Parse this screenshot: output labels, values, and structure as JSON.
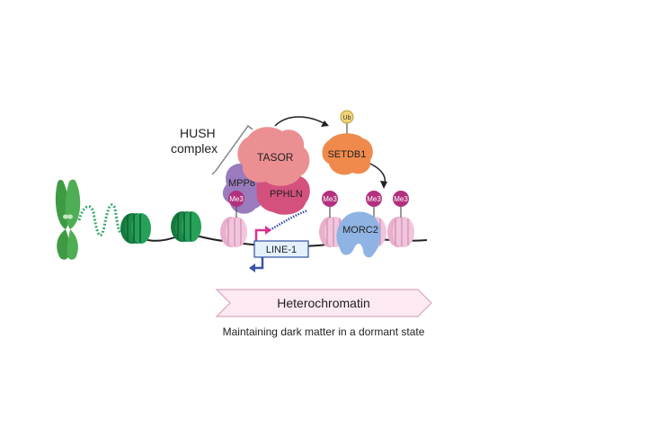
{
  "diagram": {
    "hush_label_line1": "HUSH",
    "hush_label_line2": "complex",
    "proteins": {
      "tasor": "TASOR",
      "mpp8": "MPP8",
      "pphln": "PPHLN",
      "setdb1": "SETDB1",
      "morc2": "MORC2"
    },
    "ubiquitin": "Ub",
    "mark": "Me3",
    "element": "LINE-1",
    "banner": "Heterochromatin",
    "caption": "Maintaining dark matter in a dormant state"
  },
  "colors": {
    "chromosome": "#3e9b44",
    "nucleosome_green": "#1e8a4c",
    "nucleosome_pink": "#f1c5dc",
    "tasor": "#ec8f93",
    "mpp8": "#9a7bbe",
    "pphln": "#d4507d",
    "setdb1": "#f08a4c",
    "ubiquitin": "#f2d47a",
    "me3": "#b2307e",
    "morc2": "#8fb3e3",
    "line1_box": "#e4f1fb",
    "banner_fill": "#fde9f2",
    "promoter_arrow": "#d7358c",
    "antisense_arrow": "#3a54a6"
  }
}
